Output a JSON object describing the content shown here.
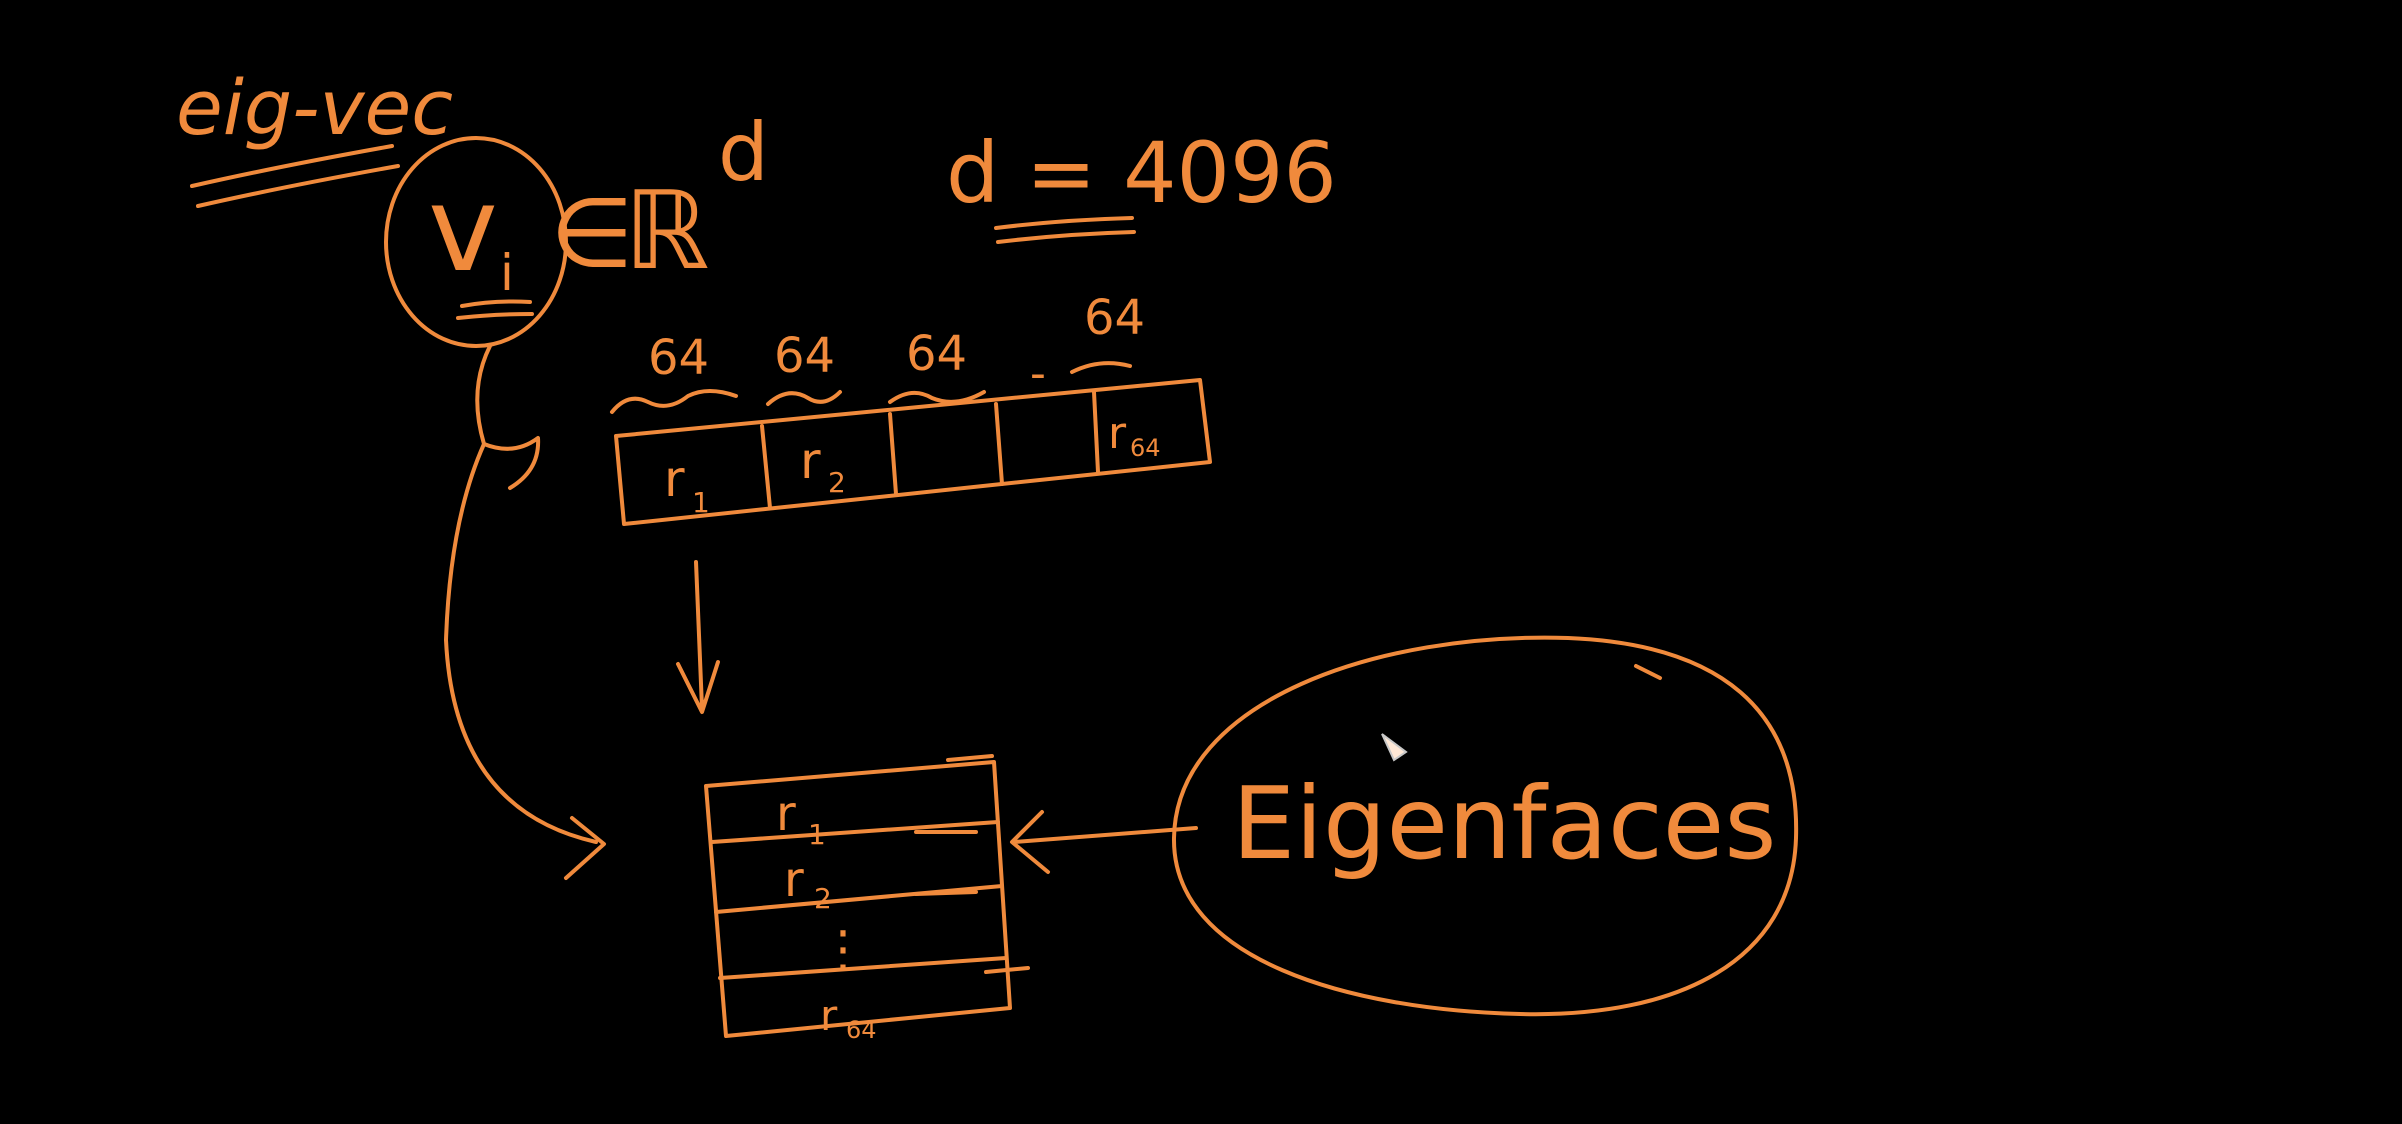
{
  "canvas": {
    "background": "#000000",
    "ink": "#F08A3C"
  },
  "labels": {
    "eig_vec": "eig-vec",
    "v": "v",
    "v_sub": "i",
    "element_of": "∈",
    "reals": "ℝ",
    "d_sup": "d",
    "d_eq": "d = 4096"
  },
  "top_row": {
    "widths": [
      "64",
      "64",
      "64",
      "64"
    ],
    "dash": "-",
    "cells": [
      "r",
      "r",
      "",
      "",
      "r"
    ],
    "cell_subs": [
      "1",
      "2",
      "",
      "",
      "64"
    ]
  },
  "matrix": {
    "rows": [
      "r",
      "r",
      "⋮",
      "r"
    ],
    "row_subs": [
      "1",
      "2",
      "",
      "64"
    ]
  },
  "eigenfaces": {
    "label": "Eigenfaces"
  }
}
